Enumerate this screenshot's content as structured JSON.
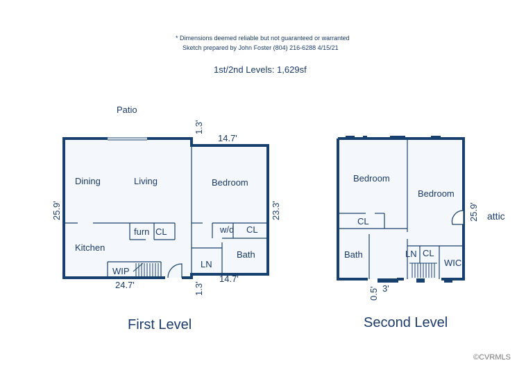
{
  "header": {
    "disclaimer": "* Dimensions deemed reliable but not guaranteed or warranted",
    "prepared_by": "Sketch prepared by John Foster (804) 216-6288   4/15/21",
    "summary": "1st/2nd Levels: 1,629sf"
  },
  "colors": {
    "wall": "#17406e",
    "floor": "#f4f7fb",
    "text": "#1a3a6b"
  },
  "first_level": {
    "title": "First Level",
    "outside_label": "Patio",
    "rooms": {
      "dining": "Dining",
      "living": "Living",
      "bedroom": "Bedroom",
      "kitchen": "Kitchen",
      "furn": "furn",
      "cl": "CL",
      "wd": "w/d",
      "cl2": "CL",
      "bath": "Bath",
      "ln": "LN",
      "wip": "WIP"
    },
    "dimensions": {
      "top_offset": "1.3'",
      "top_width": "14.7'",
      "left_height": "25.9'",
      "right_height": "23.3'",
      "bottom_width": "24.7'",
      "bottom_offset": "1.3'",
      "bottom_right_width": "14.7'"
    }
  },
  "second_level": {
    "title": "Second Level",
    "outside_label": "attic",
    "rooms": {
      "bedroom_left": "Bedroom",
      "bedroom_right": "Bedroom",
      "cl": "CL",
      "bath": "Bath",
      "ln": "LN",
      "cl2": "CL",
      "wic": "WIC"
    },
    "dimensions": {
      "right_height": "25.9'",
      "bottom_offset": "0.5'",
      "bottom_width": "3'"
    }
  },
  "watermark": "©CVRMLS"
}
